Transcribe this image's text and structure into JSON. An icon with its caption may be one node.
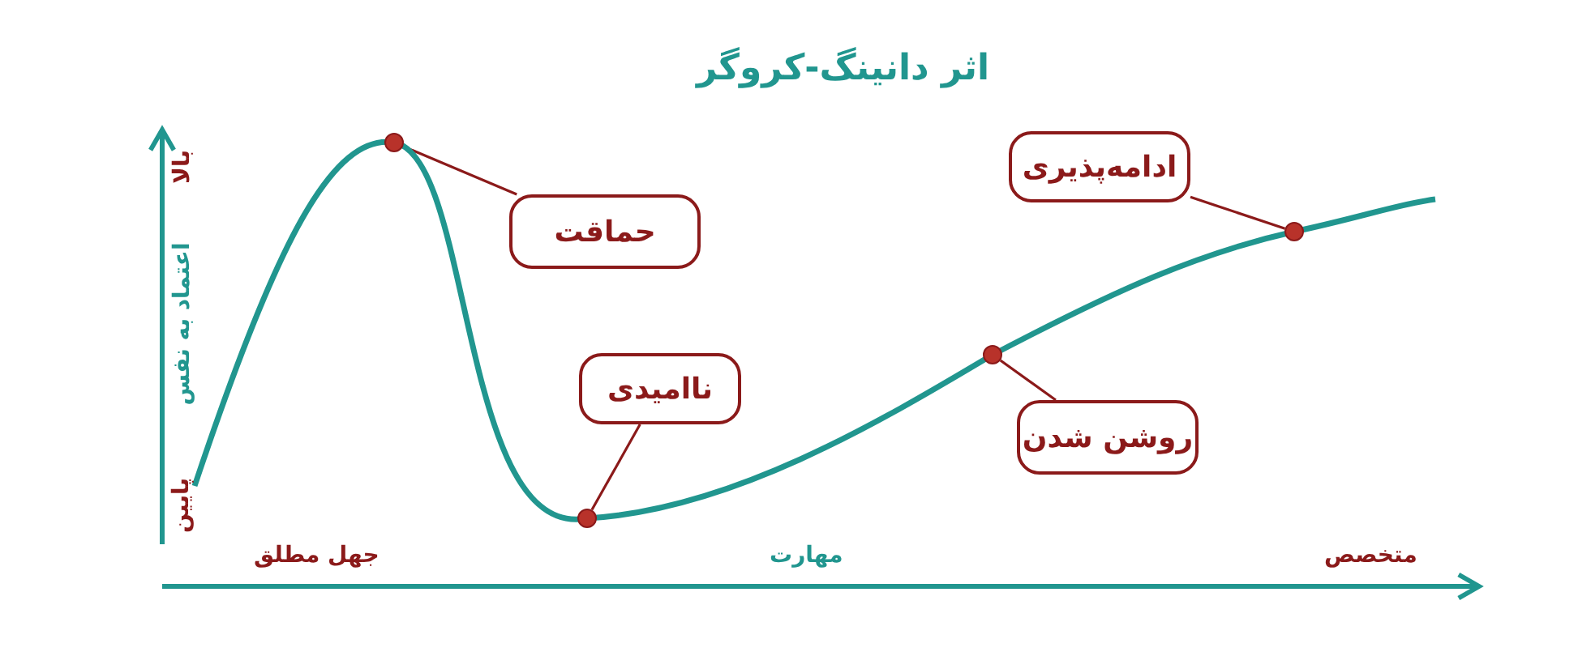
{
  "diagram": {
    "title": "اثر دانینگ-کروگر",
    "nodes": [
      {
        "text": [
          "حماقت"
        ]
      },
      {
        "text": [
          "ادامه‌پذیری"
        ]
      },
      {
        "text": [
          "ناامیدی"
        ]
      },
      {
        "text": [
          "روشن شدن"
        ]
      },
      {
        "text": [],
        "shape": "circle"
      },
      {
        "text": [],
        "shape": "circle"
      },
      {
        "text": [],
        "shape": "circle"
      },
      {
        "text": [],
        "shape": "circle"
      }
    ],
    "edges": [
      {
        "from": 0,
        "to": 4,
        "arrow": "none"
      },
      {
        "from": 2,
        "to": 5,
        "arrow": "none"
      },
      {
        "from": 3,
        "to": 6,
        "arrow": "none"
      },
      {
        "from": 1,
        "to": 7,
        "arrow": "none"
      }
    ],
    "labels": [
      "بالا",
      "اعتماد به نفس",
      "پایین",
      "جهل مطلق",
      "مهارت",
      "متخصص"
    ]
  }
}
